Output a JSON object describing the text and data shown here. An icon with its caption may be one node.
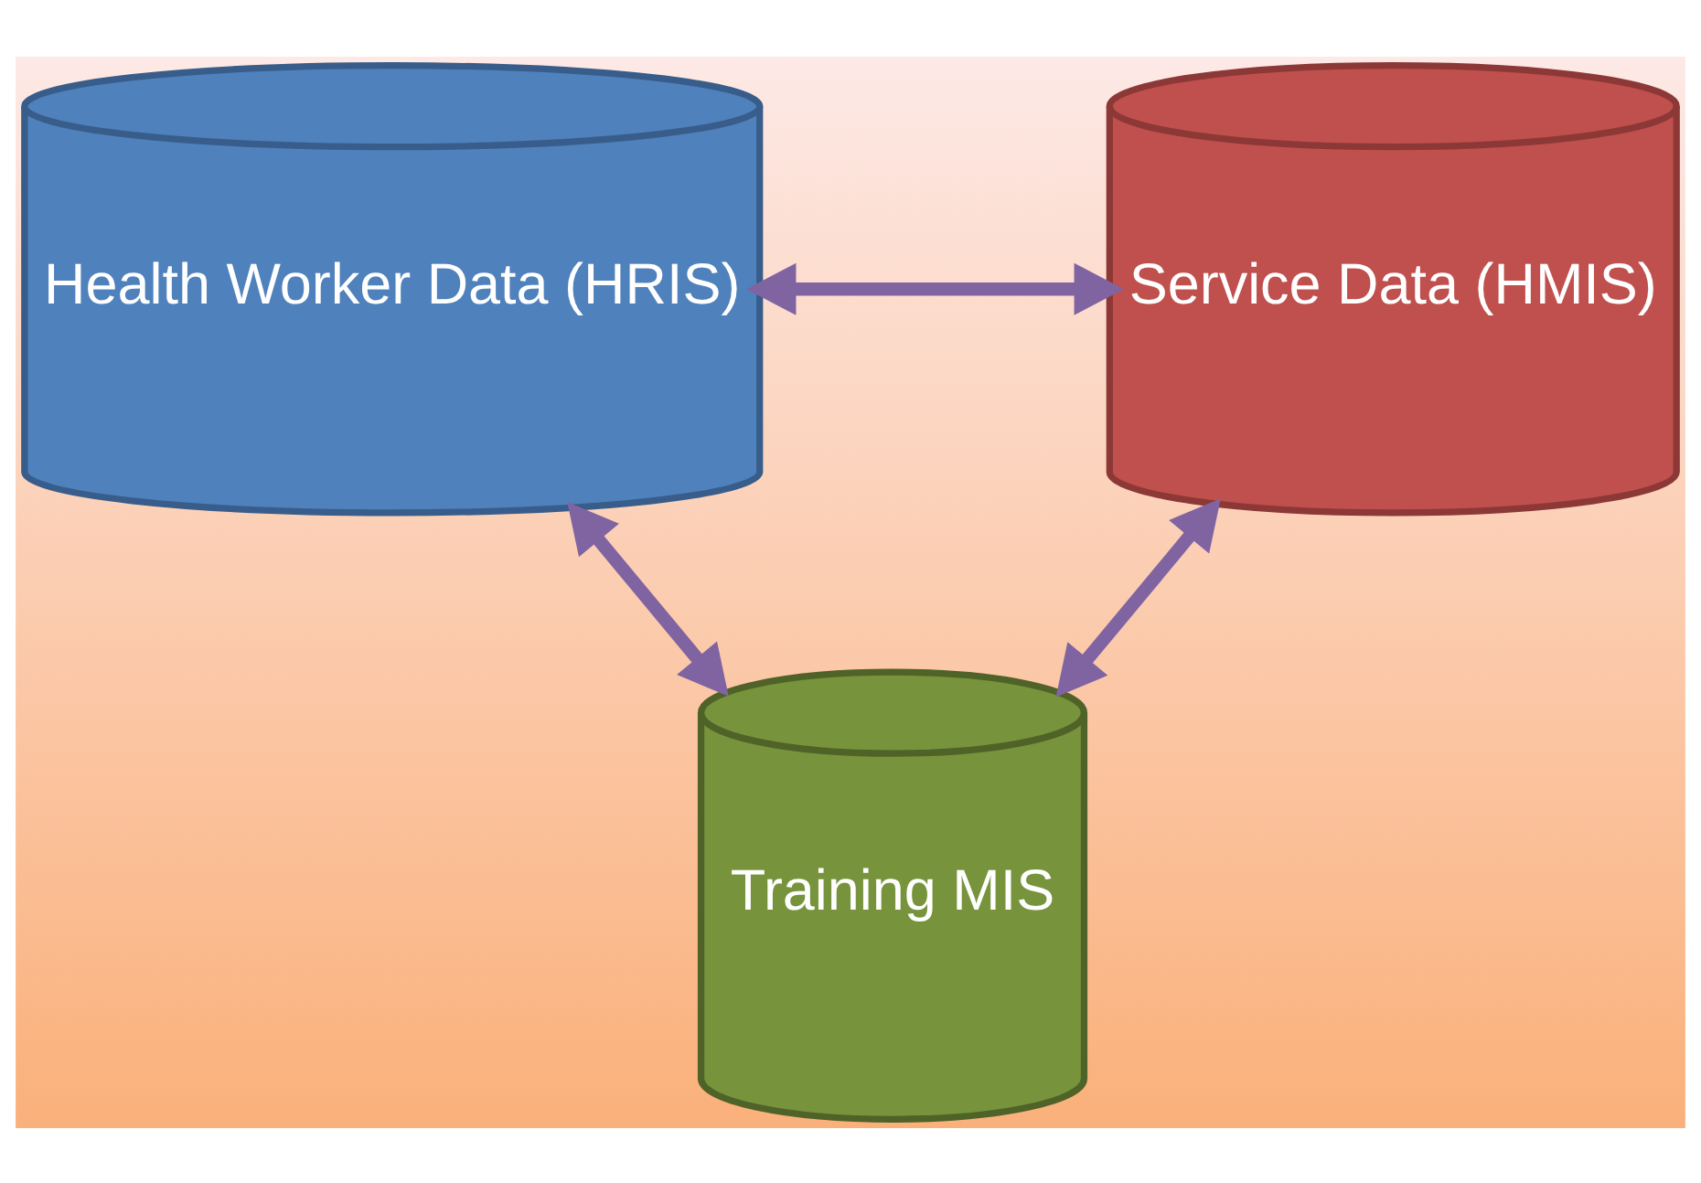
{
  "diagram": {
    "nodes": [
      {
        "text": [
          "Health Worker Data (HRIS)"
        ]
      },
      {
        "text": [
          "Service Data (HMIS)"
        ]
      },
      {
        "text": [
          "Training MIS"
        ]
      }
    ],
    "edges": [
      {
        "from": 0,
        "to": 1,
        "arrow": "both"
      },
      {
        "from": 0,
        "to": 2,
        "arrow": "both"
      },
      {
        "from": 1,
        "to": 2,
        "arrow": "both"
      }
    ]
  }
}
